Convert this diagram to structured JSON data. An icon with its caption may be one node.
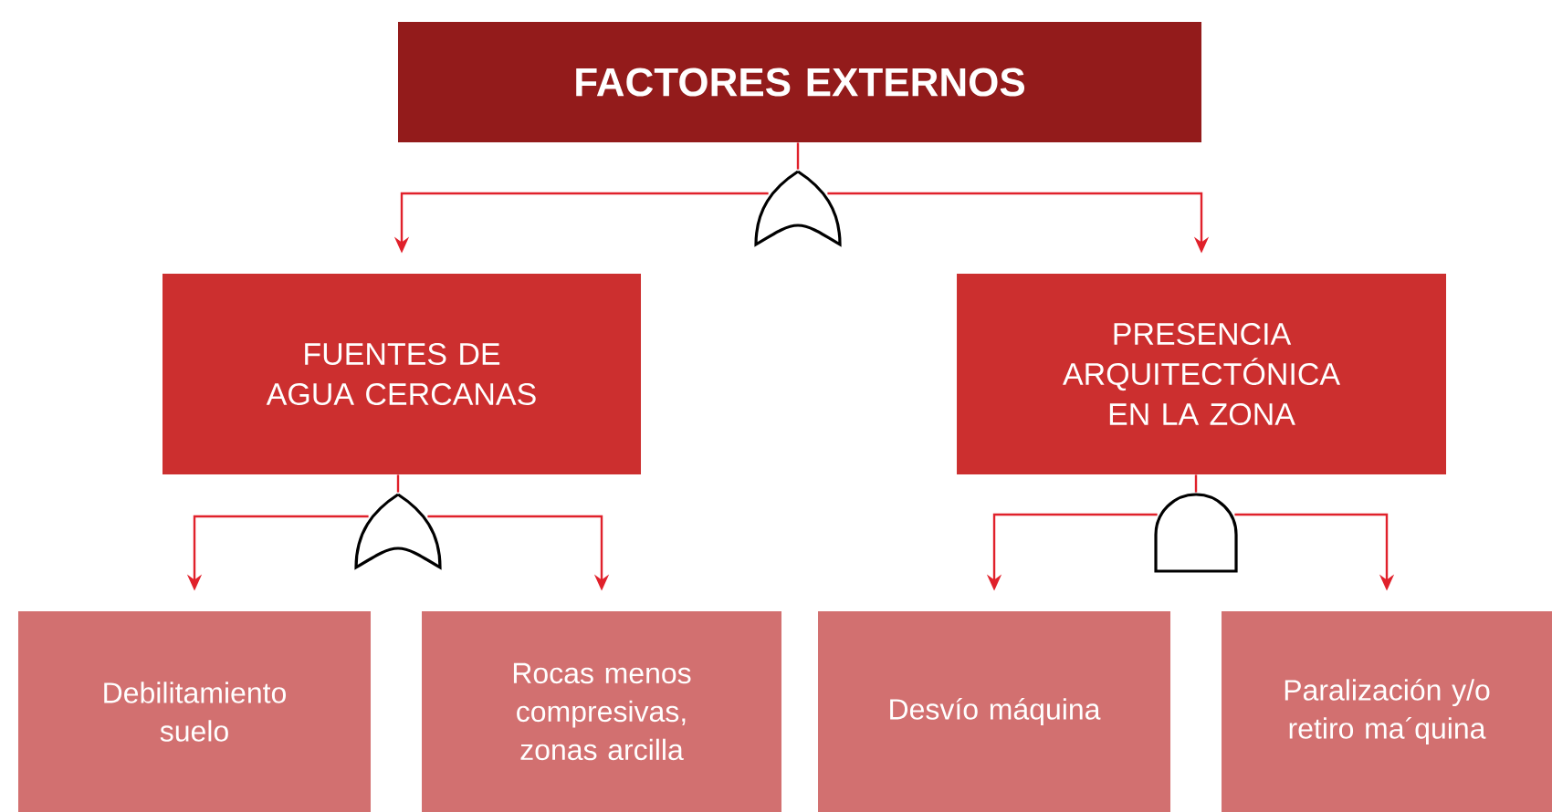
{
  "diagram": {
    "nodes": [
      {
        "text": [
          "FACTORES EXTERNOS"
        ]
      },
      {
        "text": [],
        "shape": "gate"
      },
      {
        "text": [
          "FUENTES DE AGUA CERCANAS"
        ]
      },
      {
        "text": [
          "PRESENCIA ARQUITECTÓNICA EN LA ZONA"
        ]
      },
      {
        "text": [],
        "shape": "gate"
      },
      {
        "text": [],
        "shape": "gate"
      },
      {
        "text": [
          "Debilitamiento suelo"
        ]
      },
      {
        "text": [
          "Rocas menos compresivas, zonas arcilla"
        ]
      },
      {
        "text": [
          "Desvío máquina"
        ]
      },
      {
        "text": [
          "Paralización y/o retiro ma´quina"
        ]
      }
    ],
    "edges": [
      {
        "from": 0,
        "to": 1,
        "arrow": "none"
      },
      {
        "from": 1,
        "to": 2,
        "arrow": "to"
      },
      {
        "from": 1,
        "to": 3,
        "arrow": "to"
      },
      {
        "from": 2,
        "to": 4,
        "arrow": "none"
      },
      {
        "from": 4,
        "to": 6,
        "arrow": "to"
      },
      {
        "from": 4,
        "to": 7,
        "arrow": "to"
      },
      {
        "from": 3,
        "to": 5,
        "arrow": "none"
      },
      {
        "from": 5,
        "to": 8,
        "arrow": "to"
      },
      {
        "from": 5,
        "to": 9,
        "arrow": "to"
      }
    ]
  }
}
